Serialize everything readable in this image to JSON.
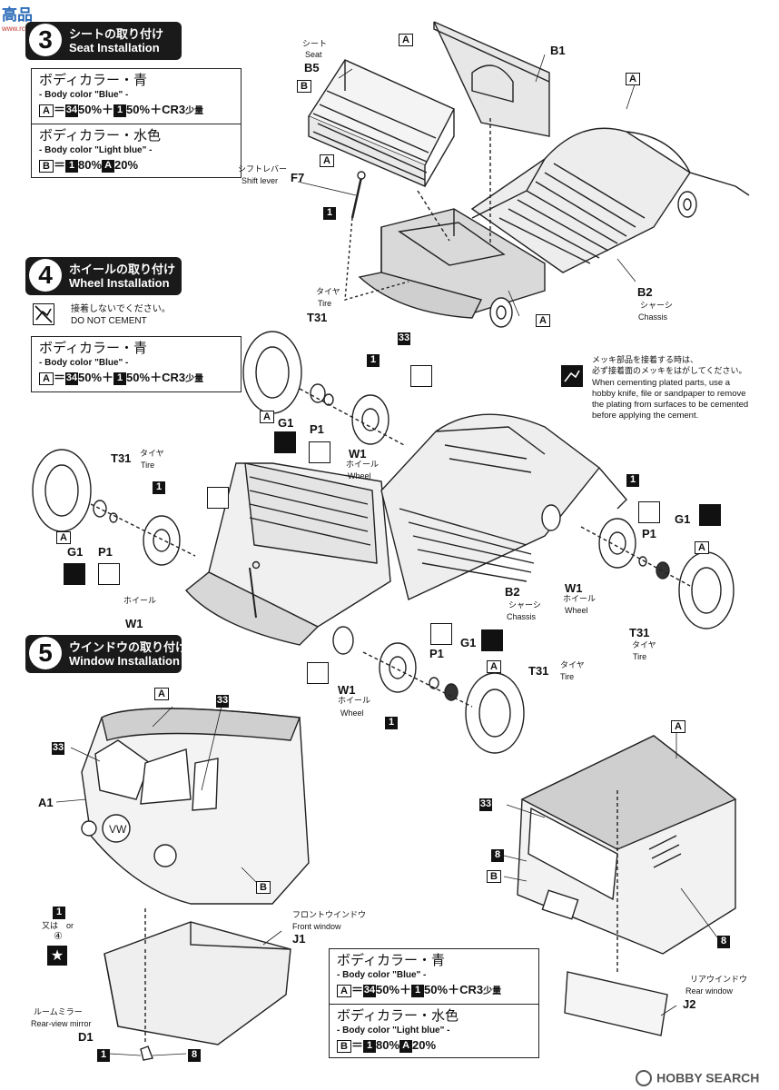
{
  "watermark_top": {
    "logo": "高品",
    "url": "www.rc-ma.com"
  },
  "steps": [
    {
      "num": "3",
      "jp": "シートの取り付け",
      "en": "Seat Installation"
    },
    {
      "num": "4",
      "jp": "ホイールの取り付け",
      "en": "Wheel Installation"
    },
    {
      "num": "5",
      "jp": "ウインドウの取り付け",
      "en": "Window Installation"
    }
  ],
  "color_box": {
    "blue_jp": "ボディカラー・青",
    "blue_en": "- Body color \"Blue\" -",
    "blue_formula": {
      "a": "A",
      "eq": "＝",
      "c1": "34",
      "p1": "50%＋",
      "c2": "1",
      "p2": "50%＋",
      "c3": "CR3",
      "p3": "少量"
    },
    "lightblue_jp": "ボディカラー・水色",
    "lightblue_en": "- Body color \"Light blue\" -",
    "lightblue_formula": {
      "b": "B",
      "eq": "＝",
      "c1": "1",
      "p1": "80%",
      "c2": "A",
      "p2": "20%"
    }
  },
  "do_not_cement": {
    "jp": "接着しないでください。",
    "en": "DO NOT CEMENT"
  },
  "plated_note": {
    "jp1": "メッキ部品を接着する時は、",
    "jp2": "必ず接着面のメッキをはがしてください。",
    "en": "When cementing plated parts, use a hobby knife, file or sandpaper to remove the plating from surfaces to be cemented before applying the cement."
  },
  "parts": {
    "seat_jp": "シート",
    "seat_en": "Seat",
    "seat_id": "B5",
    "shift_jp": "シフトレバー",
    "shift_en": "Shift lever",
    "shift_id": "F7",
    "b1": "B1",
    "chassis_id": "B2",
    "chassis_jp": "シャーシ",
    "chassis_en": "Chassis",
    "tire_id": "T31",
    "tire_jp": "タイヤ",
    "tire_en": "Tire",
    "wheel_id": "W1",
    "wheel_jp": "ホイール",
    "wheel_en": "Wheel",
    "g1": "G1",
    "p1": "P1",
    "body_id": "A1",
    "front_window_jp": "フロントウインドウ",
    "front_window_en": "Front window",
    "front_window_id": "J1",
    "mirror_jp": "ルームミラー",
    "mirror_en": "Rear-view mirror",
    "mirror_id": "D1",
    "rear_window_jp": "リアウインドウ",
    "rear_window_en": "Rear window",
    "rear_window_id": "J2",
    "or_text": "又は　or",
    "or_num": "④"
  },
  "color_codes": {
    "a": "A",
    "b": "B",
    "c1": "1",
    "c8": "8",
    "c33": "33"
  },
  "footer": {
    "logo": "HOBBY SEARCH"
  }
}
